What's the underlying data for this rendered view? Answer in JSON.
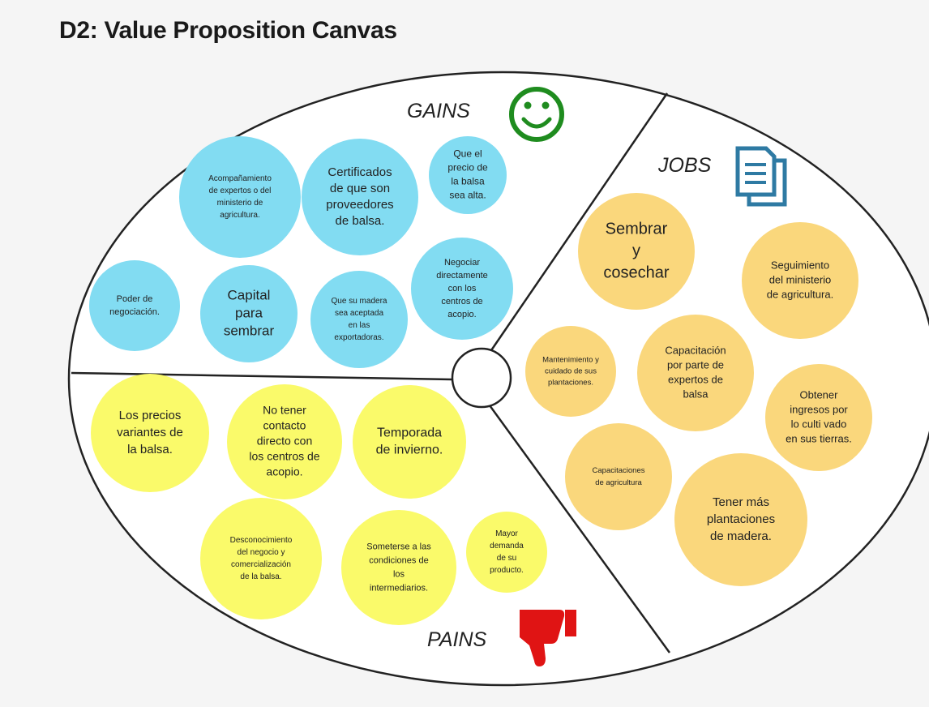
{
  "title": "D2: Value Proposition Canvas",
  "colors": {
    "gains": "#82dcf2",
    "jobs": "#fad77c",
    "pains": "#fafa6a",
    "smiley": "#1f8c1f",
    "doc_icon": "#2e7aa3",
    "thumb": "#e01414"
  },
  "sections": {
    "gains": "GAINS",
    "jobs": "JOBS",
    "pains": "PAINS"
  },
  "icons": {
    "gains": "smiley-face-icon",
    "jobs": "document-stack-icon",
    "pains": "thumbs-down-icon"
  },
  "gains": [
    {
      "lines": [
        "Acompañamiento",
        "de expertos o del",
        "ministerio de",
        "agricultura."
      ]
    },
    {
      "lines": [
        "Certificados",
        "de que son",
        "proveedores",
        "de balsa."
      ]
    },
    {
      "lines": [
        "Que el",
        "precio de",
        "la balsa",
        "sea alta."
      ]
    },
    {
      "lines": [
        "Poder de",
        "negociación."
      ]
    },
    {
      "lines": [
        "Capital",
        "para",
        "sembrar"
      ]
    },
    {
      "lines": [
        "Que su madera",
        "sea aceptada",
        "en las",
        "exportadoras."
      ]
    },
    {
      "lines": [
        "Negociar",
        "directamente",
        "con los",
        "centros de",
        "acopio."
      ]
    }
  ],
  "jobs": [
    {
      "lines": [
        "Sembrar",
        "y",
        "cosechar"
      ]
    },
    {
      "lines": [
        "Seguimiento",
        "del ministerio",
        "de agricultura."
      ]
    },
    {
      "lines": [
        "Mantenimiento y",
        "cuidado de sus",
        "plantaciones."
      ]
    },
    {
      "lines": [
        "Capacitación",
        "por parte de",
        "expertos de",
        "balsa"
      ]
    },
    {
      "lines": [
        "Obtener",
        "ingresos por",
        "lo culti    vado",
        "en sus tierras."
      ]
    },
    {
      "lines": [
        "Capacitaciones",
        "de agricultura"
      ]
    },
    {
      "lines": [
        "Tener más",
        "plantaciones",
        "de madera."
      ]
    }
  ],
  "pains": [
    {
      "lines": [
        "Los precios",
        "variantes de",
        "la balsa."
      ]
    },
    {
      "lines": [
        "No tener",
        "contacto",
        "directo con",
        "los centros de",
        "acopio."
      ]
    },
    {
      "lines": [
        "Temporada",
        "de invierno."
      ]
    },
    {
      "lines": [
        "Desconocimiento",
        "del negocio y",
        "comercialización",
        "de la balsa."
      ]
    },
    {
      "lines": [
        "Someterse a las",
        "condiciones de",
        "los",
        "intermediarios."
      ]
    },
    {
      "lines": [
        "Mayor",
        "demanda",
        "de su",
        "producto."
      ]
    }
  ]
}
